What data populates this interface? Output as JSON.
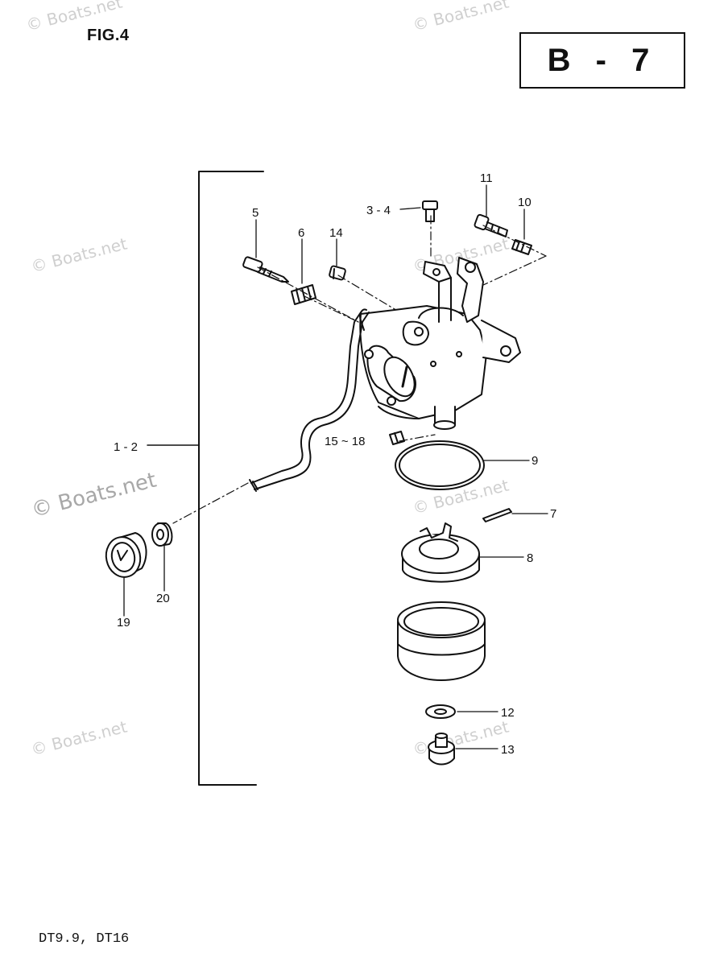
{
  "header": {
    "figure_label": "FIG.4",
    "page_code": "B - 7"
  },
  "footer": {
    "models": "DT9.9, DT16"
  },
  "watermark": {
    "text": "© Boats.net"
  },
  "callouts": {
    "c1_2": "1 - 2",
    "c3_4": "3 - 4",
    "c5": "5",
    "c6": "6",
    "c7": "7",
    "c8": "8",
    "c9": "9",
    "c10": "10",
    "c11": "11",
    "c12": "12",
    "c13": "13",
    "c14": "14",
    "c15_18": "15 ~ 18",
    "c19": "19",
    "c20": "20"
  }
}
